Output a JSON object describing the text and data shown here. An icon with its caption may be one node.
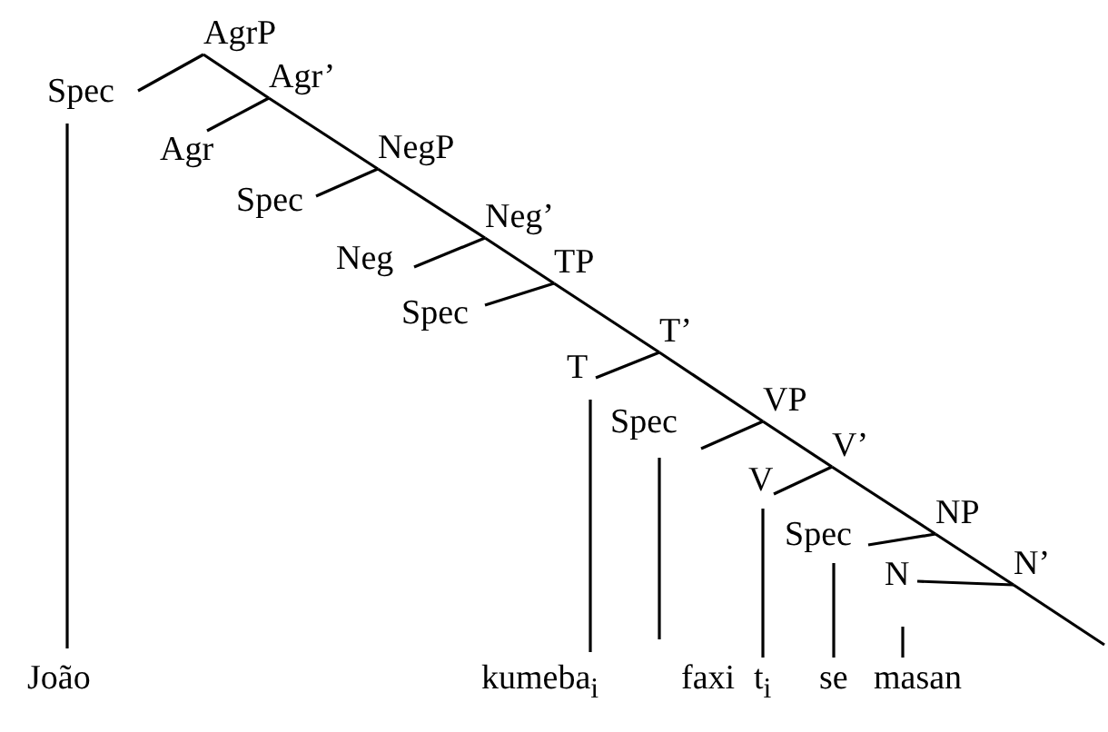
{
  "diagram": {
    "nodes": [
      {
        "text": [
          "AgrP"
        ]
      },
      {
        "text": [
          "Spec"
        ]
      },
      {
        "text": [
          "Agr’"
        ]
      },
      {
        "text": [
          "Agr"
        ]
      },
      {
        "text": [
          "NegP"
        ]
      },
      {
        "text": [
          "Spec"
        ]
      },
      {
        "text": [
          "Neg’"
        ]
      },
      {
        "text": [
          "Neg"
        ]
      },
      {
        "text": [
          "TP"
        ]
      },
      {
        "text": [
          "Spec"
        ]
      },
      {
        "text": [
          "T’"
        ]
      },
      {
        "text": [
          "T"
        ]
      },
      {
        "text": [
          "VP"
        ]
      },
      {
        "text": [
          "Spec"
        ]
      },
      {
        "text": [
          "V’"
        ]
      },
      {
        "text": [
          "V"
        ]
      },
      {
        "text": [
          "NP"
        ]
      },
      {
        "text": [
          "Spec"
        ]
      },
      {
        "text": [
          "N’"
        ]
      },
      {
        "text": [
          "N"
        ]
      },
      {
        "text": [
          "João"
        ]
      },
      {
        "text": [
          "kumeba$_{i}$"
        ]
      },
      {
        "text": [
          "faxi"
        ]
      },
      {
        "text": [
          "t$_{i}$"
        ]
      },
      {
        "text": [
          "se"
        ]
      },
      {
        "text": [
          "masan"
        ]
      }
    ],
    "edges": [
      {
        "from": 0,
        "to": 1,
        "arrow": "none"
      },
      {
        "from": 0,
        "to": 2,
        "arrow": "none"
      },
      {
        "from": 2,
        "to": 3,
        "arrow": "none"
      },
      {
        "from": 2,
        "to": 4,
        "arrow": "none"
      },
      {
        "from": 4,
        "to": 5,
        "arrow": "none"
      },
      {
        "from": 4,
        "to": 6,
        "arrow": "none"
      },
      {
        "from": 6,
        "to": 7,
        "arrow": "none"
      },
      {
        "from": 6,
        "to": 8,
        "arrow": "none"
      },
      {
        "from": 8,
        "to": 9,
        "arrow": "none"
      },
      {
        "from": 8,
        "to": 10,
        "arrow": "none"
      },
      {
        "from": 10,
        "to": 11,
        "arrow": "none"
      },
      {
        "from": 10,
        "to": 12,
        "arrow": "none"
      },
      {
        "from": 12,
        "to": 13,
        "arrow": "none"
      },
      {
        "from": 12,
        "to": 14,
        "arrow": "none"
      },
      {
        "from": 14,
        "to": 15,
        "arrow": "none"
      },
      {
        "from": 14,
        "to": 16,
        "arrow": "none"
      },
      {
        "from": 16,
        "to": 17,
        "arrow": "none"
      },
      {
        "from": 16,
        "to": 18,
        "arrow": "none"
      },
      {
        "from": 18,
        "to": 19,
        "arrow": "none"
      },
      {
        "from": 18,
        "to": null,
        "arrow": "none"
      },
      {
        "from": 1,
        "to": 20,
        "arrow": "none"
      },
      {
        "from": 11,
        "to": 21,
        "arrow": "none"
      },
      {
        "from": 13,
        "to": 22,
        "arrow": "none"
      },
      {
        "from": 15,
        "to": 23,
        "arrow": "none"
      },
      {
        "from": 17,
        "to": 24,
        "arrow": "none"
      },
      {
        "from": 19,
        "to": 25,
        "arrow": "none"
      }
    ]
  }
}
